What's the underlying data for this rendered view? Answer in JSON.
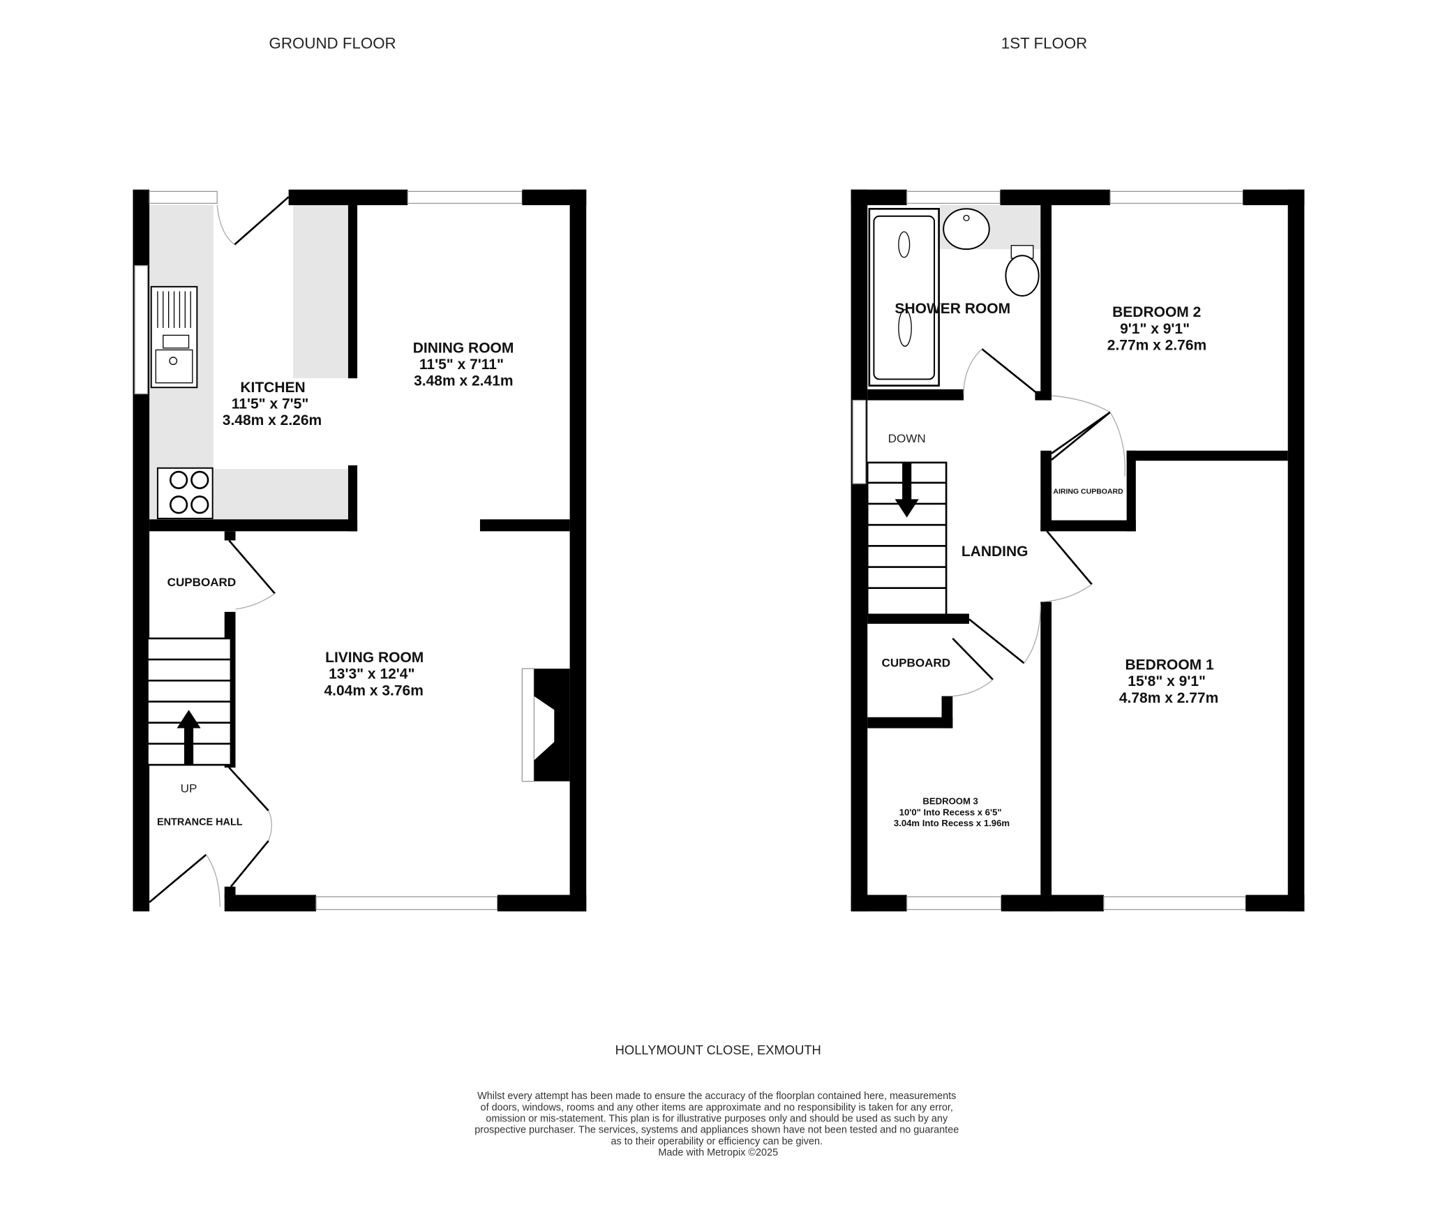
{
  "headings": {
    "ground": "GROUND FLOOR",
    "first": "1ST FLOOR"
  },
  "ground_floor": {
    "kitchen": {
      "name": "KITCHEN",
      "imperial": "11'5\"  x 7'5\"",
      "metric": "3.48m  x 2.26m"
    },
    "dining": {
      "name": "DINING ROOM",
      "imperial": "11'5\"  x 7'11\"",
      "metric": "3.48m  x 2.41m"
    },
    "living": {
      "name": "LIVING ROOM",
      "imperial": "13'3\"  x 12'4\"",
      "metric": "4.04m  x 3.76m"
    },
    "cupboard": "CUPBOARD",
    "up": "UP",
    "entrance": "ENTRANCE HALL"
  },
  "first_floor": {
    "shower": "SHOWER ROOM",
    "bedroom2": {
      "name": "BEDROOM 2",
      "imperial": "9'1\"  x 9'1\"",
      "metric": "2.77m  x 2.76m"
    },
    "down": "DOWN",
    "airing": "AIRING CUPBOARD",
    "landing": "LANDING",
    "cupboard": "CUPBOARD",
    "bedroom1": {
      "name": "BEDROOM 1",
      "imperial": "15'8\"  x 9'1\"",
      "metric": "4.78m  x 2.77m"
    },
    "bedroom3": {
      "name": "BEDROOM 3",
      "imperial": "10'0\" Into Recess x 6'5\"",
      "metric": "3.04m Into Recess x 1.96m"
    }
  },
  "address": "HOLLYMOUNT CLOSE, EXMOUTH",
  "disclaimer": [
    "Whilst every attempt has been made to ensure the accuracy of the floorplan contained here, measurements",
    "of doors, windows, rooms and any other items are approximate and no responsibility is taken for any error,",
    "omission or mis-statement. This plan is for illustrative purposes only and should be used as such by any",
    "prospective purchaser. The services, systems and appliances shown have not been tested and no guarantee",
    "as to their operability or efficiency can be given.",
    "Made with Metropix ©2025"
  ]
}
